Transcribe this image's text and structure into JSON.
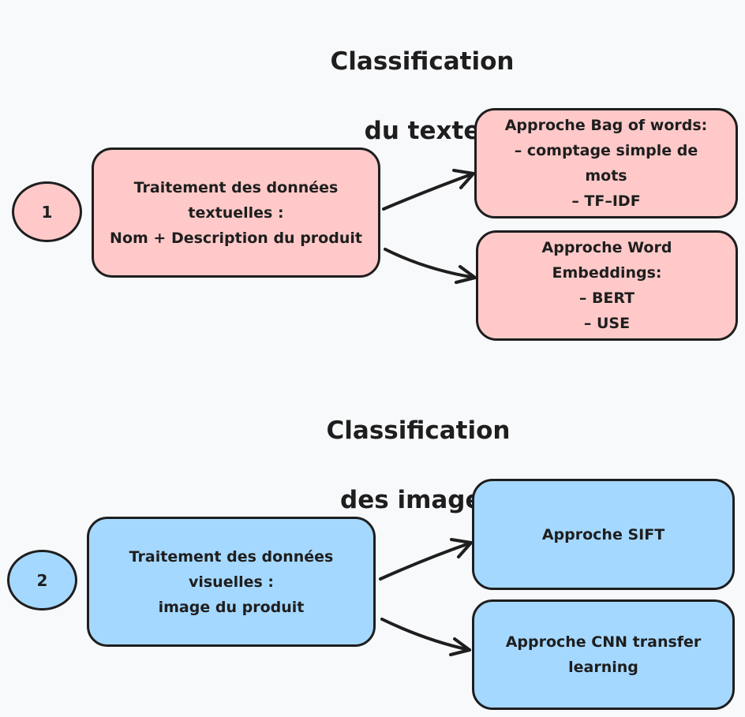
{
  "colors": {
    "stroke": "#1e1e1e",
    "pink_fill": "#ffc9c9",
    "blue_fill": "#a5d8ff",
    "background": "#f8f9fb"
  },
  "section_text": {
    "title": [
      "Classification",
      "du texte"
    ],
    "step_number": "1",
    "main_box": [
      "Traitement des données",
      "textuelles :",
      "Nom + Description du produit"
    ],
    "bag_of_words_box": [
      "Approche Bag of words:",
      "– comptage simple de",
      "mots",
      "– TF–IDF"
    ],
    "word_embeddings_box": [
      "Approche Word",
      "Embeddings:",
      "– BERT",
      "– USE"
    ]
  },
  "section_images": {
    "title": [
      "Classification",
      "des images"
    ],
    "step_number": "2",
    "main_box": [
      "Traitement des données",
      "visuelles :",
      "image du produit"
    ],
    "sift_box": [
      "Approche SIFT"
    ],
    "cnn_box": [
      "Approche CNN transfer",
      "learning"
    ]
  }
}
